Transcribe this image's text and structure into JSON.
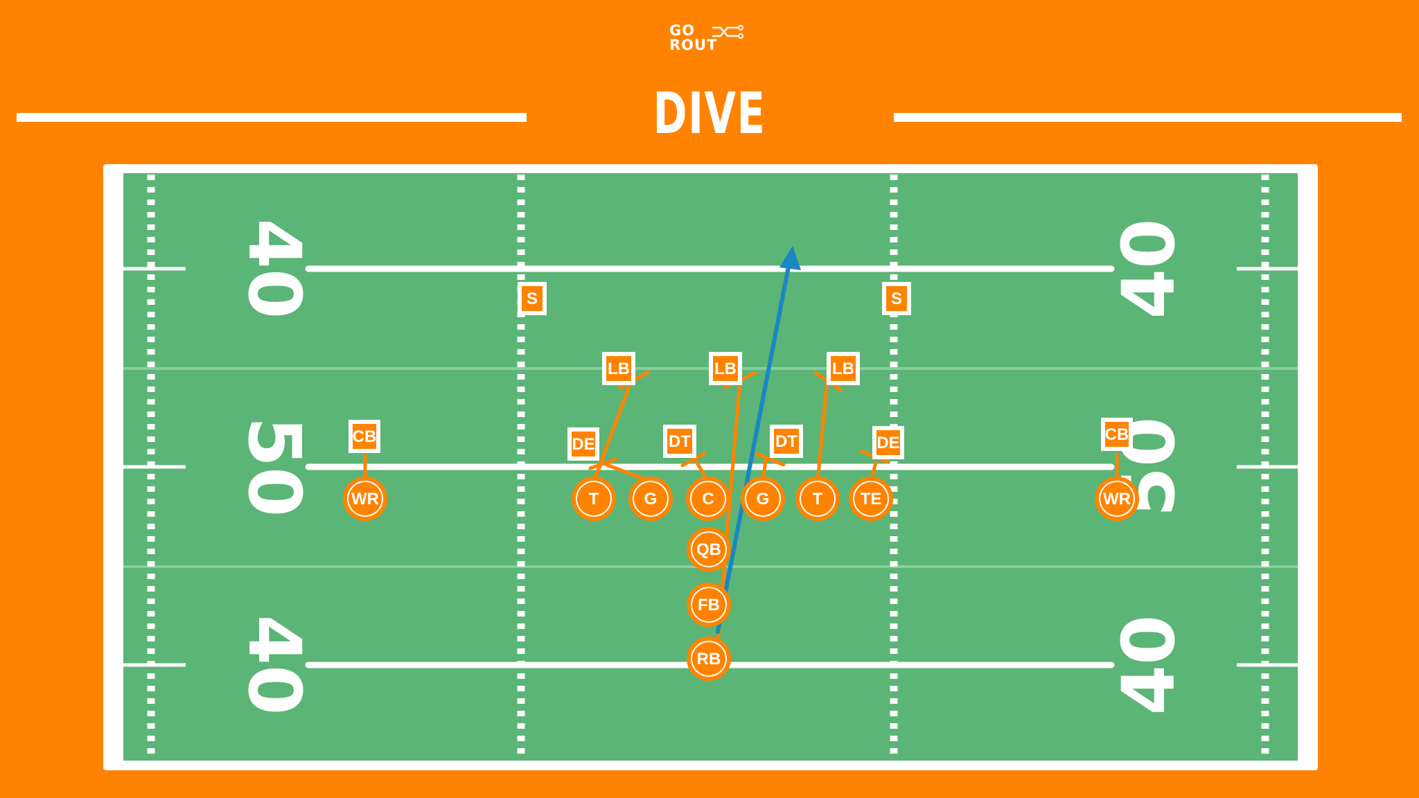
{
  "logo": {
    "line1": "GO",
    "line2": "ROUT"
  },
  "title": "DIVE",
  "colors": {
    "background": "#ff8300",
    "field": "#5bb576",
    "player": "#ff8300",
    "route": "#1a86c2",
    "white": "#ffffff"
  },
  "yard_numbers": {
    "left": [
      "40",
      "50",
      "40"
    ],
    "right": [
      "40",
      "50",
      "40"
    ]
  },
  "offense": [
    {
      "id": "wr-left",
      "label": "WR"
    },
    {
      "id": "lt",
      "label": "T"
    },
    {
      "id": "lg",
      "label": "G"
    },
    {
      "id": "c",
      "label": "C"
    },
    {
      "id": "rg",
      "label": "G"
    },
    {
      "id": "rt",
      "label": "T"
    },
    {
      "id": "te",
      "label": "TE"
    },
    {
      "id": "wr-right",
      "label": "WR"
    },
    {
      "id": "qb",
      "label": "QB"
    },
    {
      "id": "fb",
      "label": "FB"
    },
    {
      "id": "rb",
      "label": "RB"
    }
  ],
  "defense": [
    {
      "id": "cb-left",
      "label": "CB"
    },
    {
      "id": "s-left",
      "label": "S"
    },
    {
      "id": "s-right",
      "label": "S"
    },
    {
      "id": "lb-left",
      "label": "LB"
    },
    {
      "id": "lb-mid",
      "label": "LB"
    },
    {
      "id": "lb-right",
      "label": "LB"
    },
    {
      "id": "de-left",
      "label": "DE"
    },
    {
      "id": "dt-left",
      "label": "DT"
    },
    {
      "id": "dt-right",
      "label": "DT"
    },
    {
      "id": "de-right",
      "label": "DE"
    },
    {
      "id": "cb-right",
      "label": "CB"
    }
  ]
}
